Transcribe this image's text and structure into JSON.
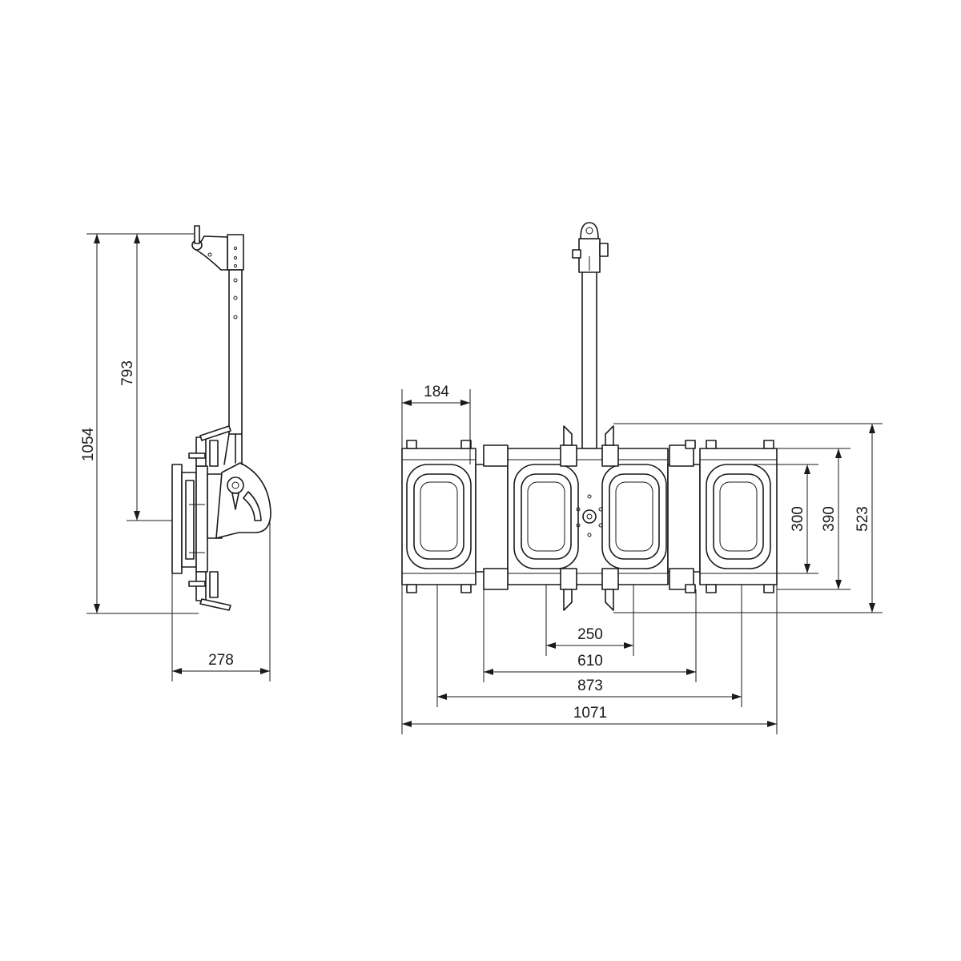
{
  "side_view": {
    "dim_total_height": "1054",
    "dim_upper_height": "793",
    "dim_depth": "278"
  },
  "front_view": {
    "dim_head_width": "184",
    "dim_inner_spacing": "250",
    "dim_clamp_spacing": "610",
    "dim_outer_spacing": "873",
    "dim_total_width": "1071",
    "dim_head_height": "300",
    "dim_frame_height": "390",
    "dim_total_height": "523",
    "lamp_heads": 4
  }
}
